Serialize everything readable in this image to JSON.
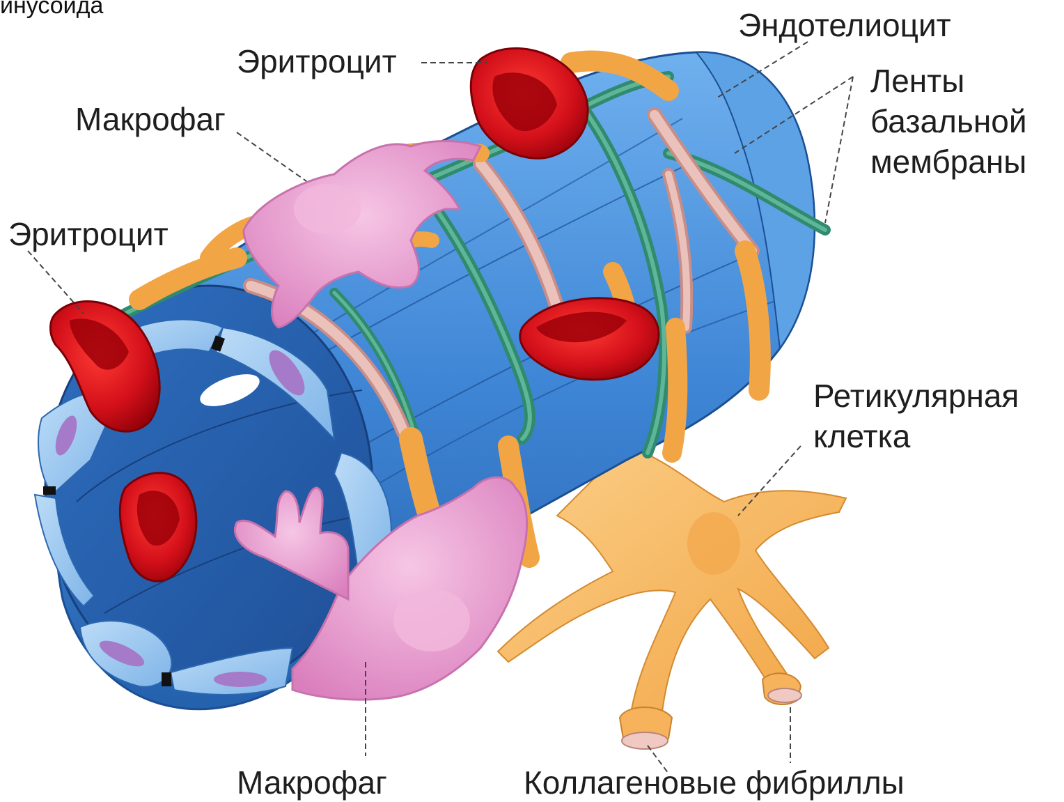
{
  "title_fragment": "инусоида",
  "labels": {
    "erythrocyte_top": "Эритроцит",
    "endotheliocyte": "Эндотелиоцит",
    "macrophage_top": "Макрофаг",
    "basal_membrane_line1": "Ленты",
    "basal_membrane_line2": "базальной",
    "basal_membrane_line3": "мембраны",
    "erythrocyte_left": "Эритроцит",
    "reticular_line1": "Ретикулярная",
    "reticular_line2": "клетка",
    "macrophage_bottom": "Макрофаг",
    "collagen_fibrils": "Коллагеновые фибриллы"
  },
  "colors": {
    "endothelium_blue": "#3f86d6",
    "endothelium_light": "#8cc0ee",
    "endothelium_dark": "#1f5ea8",
    "basal_membrane_green": "#2f8a6e",
    "reticular_fiber_pink": "#e9b9b2",
    "reticular_cell_orange": "#f7b15a",
    "macrophage_pink": "#e48fc6",
    "erythrocyte_red": "#d3101a",
    "nucleus_purple": "#a57ac8"
  }
}
